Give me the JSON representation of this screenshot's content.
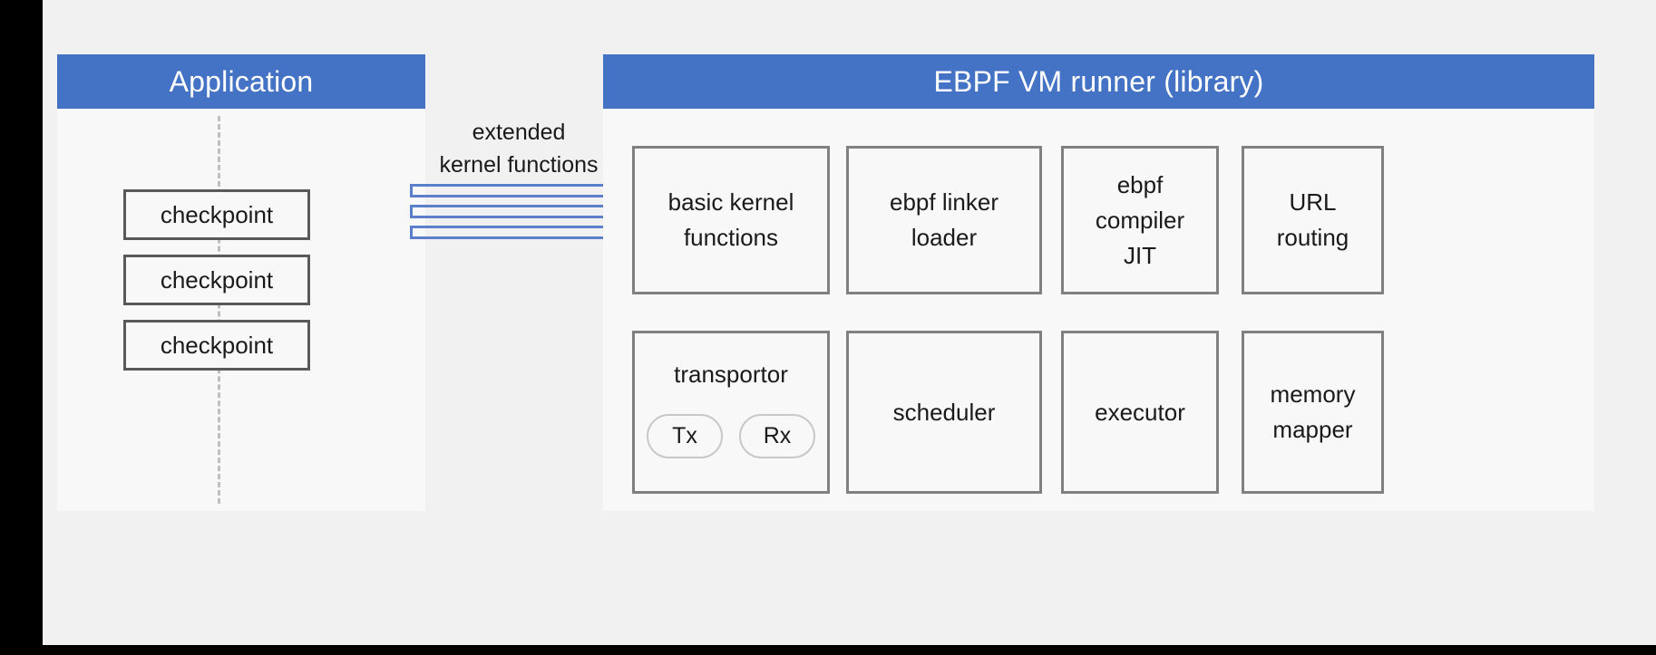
{
  "theme": {
    "accent_blue": "#4472c4",
    "bar_blue": "#5b7fca",
    "box_border": "#808080",
    "checkpoint_border": "#595959",
    "panel_bg": "#f8f8f8",
    "canvas_bg": "#f1f1f1"
  },
  "application_panel": {
    "title": "Application",
    "checkpoints": [
      {
        "label": "checkpoint"
      },
      {
        "label": "checkpoint"
      },
      {
        "label": "checkpoint"
      }
    ]
  },
  "connector": {
    "label_line1": "extended",
    "label_line2": "kernel functions",
    "bar_count": 3
  },
  "runner_panel": {
    "title": "EBPF VM runner (library)",
    "row1": [
      {
        "label": "basic kernel\nfunctions"
      },
      {
        "label": "ebpf linker\nloader"
      },
      {
        "label": "ebpf\ncompiler\nJIT"
      },
      {
        "label": "URL\nrouting"
      }
    ],
    "row2": [
      {
        "label": "transportor",
        "pills": [
          {
            "label": "Tx"
          },
          {
            "label": "Rx"
          }
        ]
      },
      {
        "label": "scheduler"
      },
      {
        "label": "executor"
      },
      {
        "label": "memory\nmapper"
      }
    ]
  }
}
